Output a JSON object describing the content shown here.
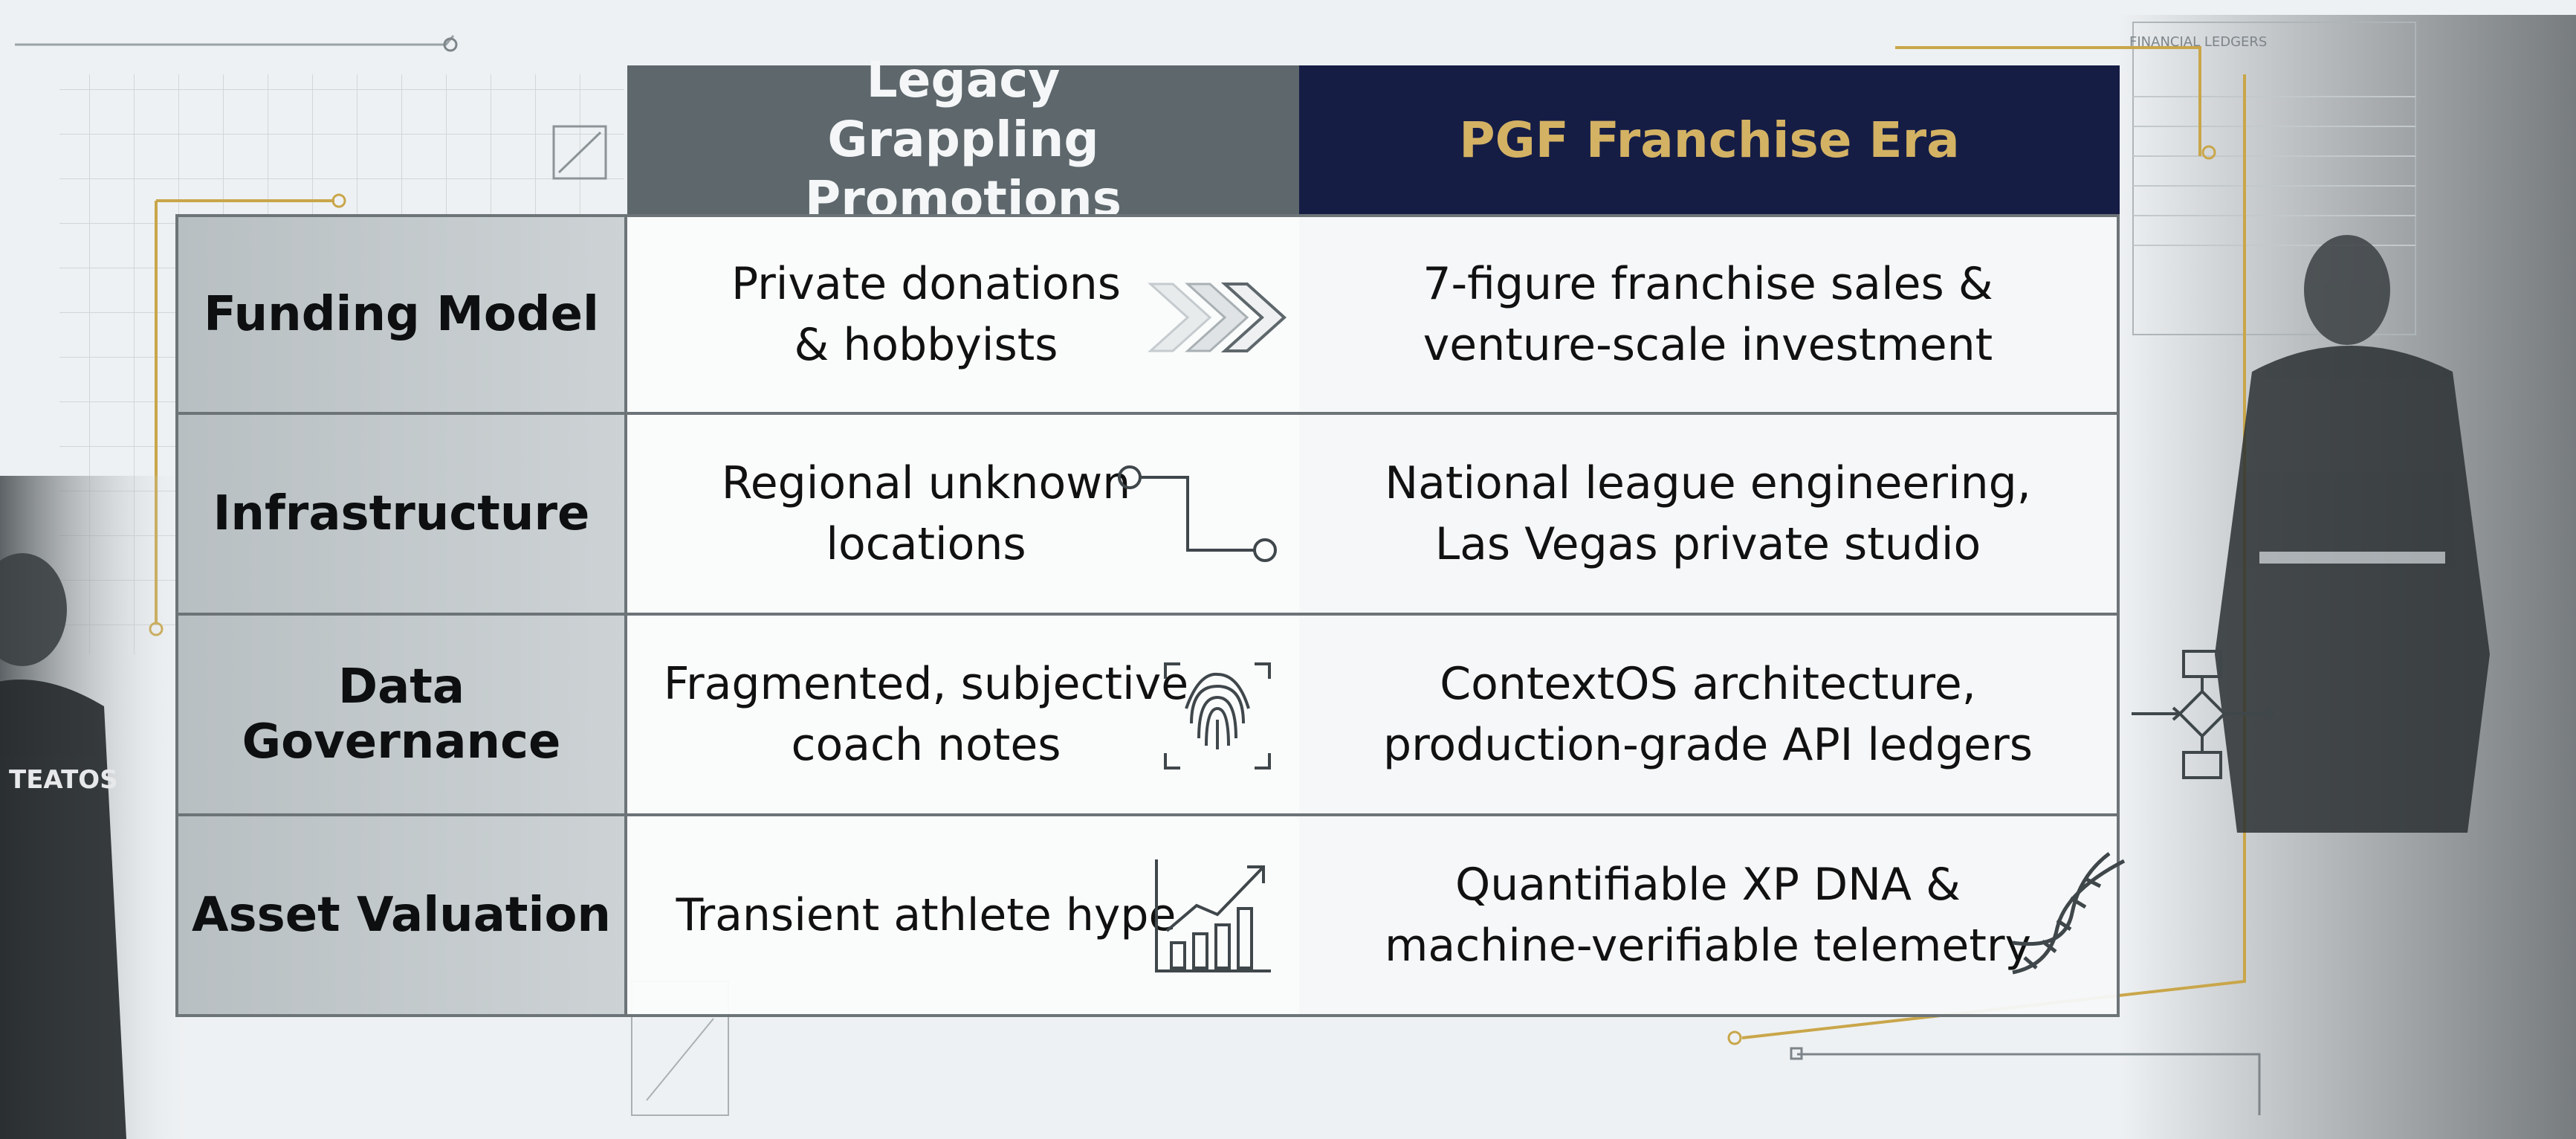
{
  "header": {
    "legacy": "Legacy Grappling Promotions",
    "pgf": "PGF Franchise Era"
  },
  "rows": [
    {
      "label": "Funding Model",
      "legacy": "Private donations & hobbyists",
      "pgf": "7-figure franchise sales & venture-scale investment",
      "icon": "chevrons-right-icon"
    },
    {
      "label": "Infrastructure",
      "legacy": "Regional unknown locations",
      "pgf": "National league engineering, Las Vegas private studio",
      "icon": "circuit-path-icon"
    },
    {
      "label": "Data Governance",
      "legacy": "Fragmented, subjective coach notes",
      "pgf": "ContextOS architecture, production-grade API ledgers",
      "icon": "fingerprint-icon"
    },
    {
      "label": "Asset Valuation",
      "legacy": "Transient athlete hype",
      "pgf": "Quantifiable XP DNA & machine-verifiable telemetry",
      "icon": "growth-chart-icon"
    }
  ],
  "decor": {
    "ledger_title": "FINANCIAL LEDGERS",
    "gi_patch_left": "TEATOS"
  },
  "colors": {
    "legacy_header": "#5d676c",
    "pgf_header": "#151d45",
    "pgf_gold": "#d4b264",
    "row_label_bg": "#c2c8cb"
  }
}
